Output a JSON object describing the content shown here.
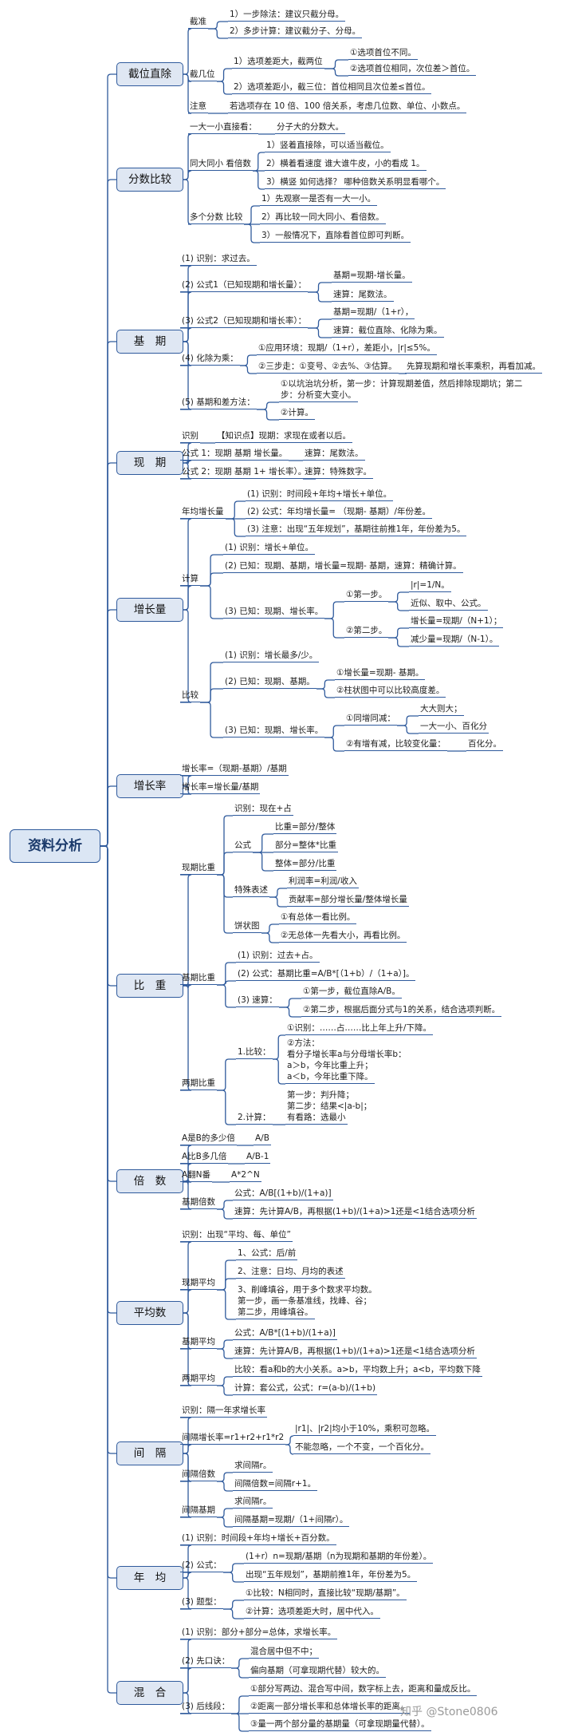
{
  "root": "资料分析",
  "watermark": "知乎 @Stone0806",
  "categories": {
    "jiewei": {
      "label": "截位直除",
      "jiezhun": "截准",
      "jiezhun_1": "1）一步除法：建议只截分母。",
      "jiezhun_2": "2）多步计算：建议截分子、分母。",
      "jiejiwei": "截几位",
      "jjw_1": "1）选项差距大，截两位",
      "jjw_1a": "①选项首位不同。",
      "jjw_1b": "②选项首位相同，次位差＞首位。",
      "jjw_2": "2）选项差距小，截三位：首位相同且次位差≤首位。",
      "zhuyi": "注意",
      "zhuyi_text": "若选项存在 10 倍、100 倍关系，考虑几位数、单位、小数点。"
    },
    "fenshu": {
      "label": "分数比较",
      "yida": "一大一小直接看：",
      "yida_text": "分子大的分数大。",
      "tongda": "同大同小 看倍数",
      "td_1": "1）竖着直接除，可以适当截位。",
      "td_2": "2）横着看速度 谁大谁牛皮，小的看成 1。",
      "td_3": "3）横竖 如何选择？ 哪种倍数关系明显看哪个。",
      "duoge": "多个分数 比较",
      "dg_1": "1）先观察一是否有一大一小。",
      "dg_2": "2）再比较一同大同小、看倍数。",
      "dg_3": "3）一般情况下，直除看首位即可判断。"
    },
    "jiqi": {
      "label": "基　期",
      "i1": "(1) 识别：求过去。",
      "i2": "(2) 公式1（已知现期和增长量）：",
      "i2a": "基期=现期-增长量。",
      "i2b": "速算：尾数法。",
      "i3": "(3) 公式2（已知现期和增长率）：",
      "i3a": "基期=现期/（1+r），",
      "i3b": "速算：截位直除、化除为乘。",
      "i4": "(4) 化除为乘：",
      "i4a": "①应用环境：现期/（1+r），差距小，|r|≤5%。",
      "i4b": "②三步走：①变号、②去%、③估算。",
      "i4c": "先算现期和增长率乘积，再看加减。",
      "i5": "(5) 基期和差方法：",
      "i5a": "①以坑治坑分析，第一步：计算现期差值，然后排除现期坑；第二",
      "i5b": "步：分析变大变小。",
      "i5c": "②计算。"
    },
    "xianqi": {
      "label": "现　期",
      "r1a": "识别",
      "r1b": "【知识点】现期：求现在或者以后。",
      "r2a": "公式 1：现期 基期 增长量。",
      "r2b": "速算：尾数法。",
      "r3a": "公式 2：现期 基期 1+ 增长率）。",
      "r3b": "速算：特殊数字。"
    },
    "zengzhangliang": {
      "label": "增长量",
      "nianjun": "年均增长量",
      "nj1": "(1) 识别：时间段+年均+增长+单位。",
      "nj2": "(2) 公式：年均增长量= （现期- 基期）/年份差。",
      "nj3": "(3) 注意：出现“五年规划”，基期往前推1年，年份差为5。",
      "jisuan": "计算",
      "js1": "(1) 识别：增长+单位。",
      "js2": "(2) 已知：现期、基期，增长量=现期- 基期，速算：精确计算。",
      "js3": "(3) 已知：现期、增长率。",
      "js3a": "①第一步。",
      "js3a1": "|r|=1/N。",
      "js3a2": "近似、取中、公式。",
      "js3b": "②第二步。",
      "js3b1": "增长量=现期/（N+1）；",
      "js3b2": "减少量=现期/（N-1）。",
      "bijiao": "比较",
      "bj1": "(1) 识别：增长最多/少。",
      "bj2": "(2) 已知：现期、基期。",
      "bj2a": "①增长量=现期- 基期。",
      "bj2b": "②柱状图中可以比较高度差。",
      "bj3": "(3) 已知：现期、增长率。",
      "bj3a": "①同增同减：",
      "bj3a1": "大大则大；",
      "bj3a2": "一大一小、百化分",
      "bj3b": "②有增有减，比较变化量：",
      "bj3b1": "百化分。"
    },
    "zengzhanglv": {
      "label": "增长率",
      "r1": "增长率=（现期-基期）/基期",
      "r2": "增长率=增长量/基期"
    },
    "bizhong": {
      "label": "比　重",
      "xq": "现期比重",
      "xq1": "识别：现在+占",
      "xq2": "公式",
      "xq2a": "比重=部分/整体",
      "xq2b": "部分=整体*比重",
      "xq2c": "整体=部分/比重",
      "xq3": "特殊表述",
      "xq3a": "利润率=利润/收入",
      "xq3b": "贡献率=部分增长量/整体增长量",
      "xq4": "饼状图",
      "xq4a": "①有总体一看比例。",
      "xq4b": "②无总体一先看大小，再看比例。",
      "jq": "基期比重",
      "jq1": "(1) 识别：过去+占。",
      "jq2": "(2) 公式：基期比重=A/B*[（1+b）/（1+a）]。",
      "jq3": "(3) 速算：",
      "jq3a": "①第一步，截位直除A/B。",
      "jq3b": "②第二步，根据后面分式与1的关系，结合选项判断。",
      "lq": "两期比重",
      "lq1": "1.比较：",
      "lq1a": "①识别：……占……比上年上升/下降。",
      "lq1b1": "②方法：",
      "lq1b2": "看分子增长率a与分母增长率b：",
      "lq1b3": "a＞b，今年比重上升；",
      "lq1b4": "a＜b，今年比重下降。",
      "lq2": "2.计算：",
      "lq2a": "第一步：判升降；",
      "lq2b": "第二步：结果<|a-b|；",
      "lq2c": "有看路：选最小"
    },
    "beishu": {
      "label": "倍　数",
      "b1": "A是B的多少倍",
      "b1v": "A/B",
      "b2": "A比B多几倍",
      "b2v": "A/B-1",
      "b3": "A翻N番",
      "b3v": "A*2^N",
      "b4": "基期倍数",
      "b4a": "公式：A/B[(1+b)/(1+a)]",
      "b4b": "速算：先计算A/B，再根据(1+b)/(1+a)>1还是<1结合选项分析"
    },
    "pingjun": {
      "label": "平均数",
      "p0": "识别：出现“平均、每、单位”",
      "xq": "现期平均",
      "xq1": "1、公式：后/前",
      "xq2": "2、注意：日均、月均的表述",
      "xq3a": "3、削峰填谷，用于多个数求平均数。",
      "xq3b": "第一步，画一条基准线，找峰、谷；",
      "xq3c": "第二步，用峰填谷。",
      "jq": "基期平均",
      "jq1": "公式：A/B*[(1+b)/(1+a)]",
      "jq2": "速算：先计算A/B，再根据(1+b)/(1+a)>1还是<1结合选项分析",
      "lq": "两期平均",
      "lq1": "比较：看a和b的大小关系。a>b，平均数上升；a<b，平均数下降",
      "lq2": "计算：套公式，公式：r=(a-b)/(1+b)"
    },
    "jiange": {
      "label": "间　隔",
      "j0": "识别：隔一年求增长率",
      "j1": "间隔增长率=r1+r2+r1*r2",
      "j1a": "|r1|、|r2|均小于10%，乘积可忽略。",
      "j1b": "不能忽略，一个不变，一个百化分。",
      "j2": "间隔倍数",
      "j2a": "求间隔r。",
      "j2b": "间隔倍数=间隔r+1。",
      "j3": "间隔基期",
      "j3a": "求间隔r。",
      "j3b": "间隔基期=现期/（1+间隔r）。"
    },
    "nianjun": {
      "label": "年　均",
      "n1": "(1) 识别：时间段+年均+增长+百分数。",
      "n2": "(2) 公式：",
      "n2a": "(1+r）n=现期/基期（n为现期和基期的年份差）。",
      "n2b": "出现“五年规划”，基期前推1年，年份差为5。",
      "n3": "(3) 题型：",
      "n3a": "①比较：N相同时，直接比较“现期/基期”。",
      "n3b": "②计算：选项差距大时，居中代入。"
    },
    "hunhe": {
      "label": "混　合",
      "h1": "(1) 识别：部分+部分=总体，求增长率。",
      "h2": "(2) 先口诀：",
      "h2a": "混合居中但不中；",
      "h2b": "偏向基期（可拿现期代替）较大的。",
      "h3": "(3) 后线段：",
      "h3a": "①部分写两边、混合写中间，数字标上去，距离和量成反比。",
      "h3b": "②距离一部分增长率和总体增长率的距离。",
      "h3c": "③量一两个部分量的基期量（可拿现期量代替）。"
    }
  }
}
